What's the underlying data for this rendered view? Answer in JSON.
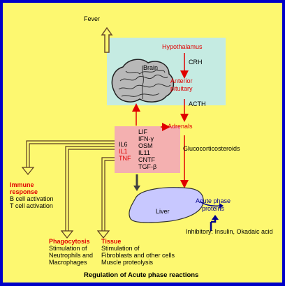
{
  "labels": {
    "fever": "Fever",
    "brain": "Brain",
    "hypothalamus": "Hypothalamus",
    "crh": "CRH",
    "anterior": "Anterior",
    "pituitary": "pituitary",
    "acth": "ACTH",
    "adrenals": "Adrenals",
    "glucocorticosteroids": "Glucocorticosteroids",
    "liver": "Liver",
    "acute_phase_1": "Acute phase",
    "acute_phase_2": "proteins",
    "inhibitory": "Inhibitory: Insulin, Okadaic acid",
    "immune_response_1": "Immune",
    "immune_response_2": "response",
    "b_cell": "B cell activation",
    "t_cell": "T cell activation",
    "phagocytosis": "Phagocytosis",
    "phago_1": "Stimulation of",
    "phago_2": "Neutrophils and",
    "phago_3": "Macrophages",
    "tissue": "Tissue",
    "tissue_1": "Stimulation of",
    "tissue_2": "Fibroblasts and other cells",
    "tissue_3": "Muscle proteolysis",
    "caption": "Regulation of Acute phase reactions"
  },
  "cytokines_left": [
    "IL6",
    "IL1",
    "TNF"
  ],
  "cytokines_right": [
    "LIF",
    "IFN-γ",
    "OSM",
    "IL11",
    "CNTF",
    "TGF-β"
  ],
  "colors": {
    "border": "#0000c8",
    "background": "#fdf870",
    "brain_box": "#c5ebe2",
    "cytokine_box": "#f4b0b0",
    "liver": "#c8c8ff",
    "red_text": "#e00000",
    "arrow_red": "#e00000",
    "arrow_brown": "#5a3a20",
    "navy": "#00008c"
  }
}
